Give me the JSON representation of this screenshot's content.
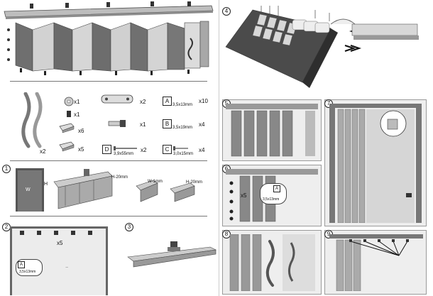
{
  "steps": {
    "s1": "1",
    "s2": "2",
    "s3": "3",
    "s4": "4",
    "s5": "5",
    "s6": "6",
    "s7": "7",
    "s8": "8",
    "s9": "9"
  },
  "parts": {
    "handles_count": "x2",
    "washer_count": "x1",
    "magnet_count": "x1",
    "bracket_a_count": "x6",
    "bracket_b_count": "x5",
    "plate_count": "x2",
    "latch_count": "x1",
    "screw_a_letter": "A",
    "screw_a_size": "3,5x13mm",
    "screw_a_count": "x10",
    "screw_b_letter": "B",
    "screw_b_size": "3,5x19mm",
    "screw_b_count": "x4",
    "screw_c_letter": "C",
    "screw_c_size": "3,0x15mm",
    "screw_c_count": "x4",
    "screw_d_letter": "D",
    "screw_d_size": "3,9x55mm",
    "screw_d_count": "x2"
  },
  "step1": {
    "w": "W",
    "h": "H",
    "h_cut": "H-20mm",
    "w_cut": "W-1mm",
    "h_cut2": "H-20mm"
  },
  "step2": {
    "count": "x5",
    "letter": "A",
    "size": "3,5x13mm"
  },
  "step6": {
    "count": "x5",
    "letter": "A",
    "size": "3,5x13mm"
  }
}
